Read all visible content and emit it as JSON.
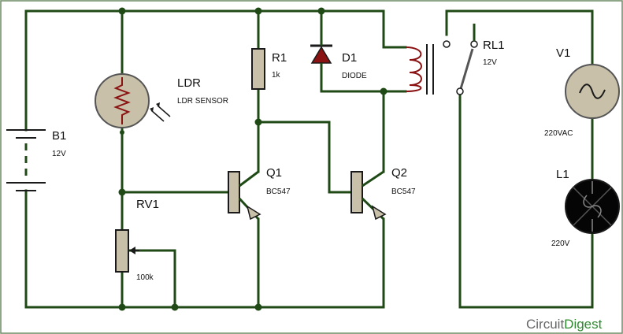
{
  "components": {
    "b1": {
      "name": "B1",
      "value": "12V"
    },
    "ldr": {
      "name": "LDR",
      "value": "LDR SENSOR"
    },
    "rv1": {
      "name": "RV1",
      "value": "100k"
    },
    "r1": {
      "name": "R1",
      "value": "1k"
    },
    "d1": {
      "name": "D1",
      "value": "DIODE"
    },
    "q1": {
      "name": "Q1",
      "value": "BC547"
    },
    "q2": {
      "name": "Q2",
      "value": "BC547"
    },
    "rl1": {
      "name": "RL1",
      "value": "12V"
    },
    "v1": {
      "name": "V1",
      "value": "220VAC"
    },
    "l1": {
      "name": "L1",
      "value": "220V"
    }
  },
  "brand": {
    "prefix": "Circuit",
    "suffix": "Digest"
  },
  "colors": {
    "wire": "#1f4a16",
    "body": "#c8c0a8",
    "accent": "#8a1212",
    "border": "#6a8a60"
  }
}
